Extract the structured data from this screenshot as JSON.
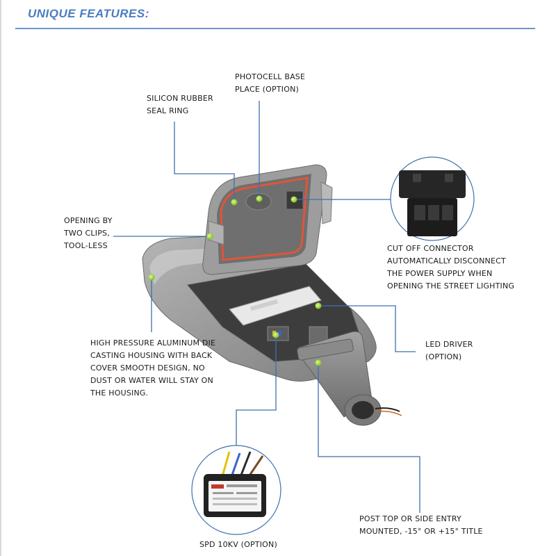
{
  "title": "UNIQUE FEATURES:",
  "callouts": {
    "photocell": "PHOTOCELL BASE\nPLACE (OPTION)",
    "seal_ring": "SILICON RUBBER\nSEAL RING",
    "clips": "OPENING BY\nTWO CLIPS,\nTOOL-LESS",
    "connector": "CUT OFF CONNECTOR\nAUTOMATICALLY DISCONNECT\nTHE POWER SUPPLY WHEN\nOPENING THE STREET LIGHTING",
    "housing": "HIGH PRESSURE ALUMINUM DIE\nCASTING HOUSING WITH BACK\nCOVER SMOOTH DESIGN, NO\nDUST OR WATER WILL STAY ON\nTHE HOUSING.",
    "driver": "LED DRIVER\n(OPTION)",
    "spd": "SPD 10KV (OPTION)",
    "post": "POST TOP OR SIDE ENTRY\nMOUNTED, -15° OR +15° TITLE"
  },
  "colors": {
    "title": "#4a7cc2",
    "leader_line": "#3f6fae",
    "marker": "#8ccc2b",
    "housing": "#8f8f8f",
    "seal": "#e0553a"
  }
}
